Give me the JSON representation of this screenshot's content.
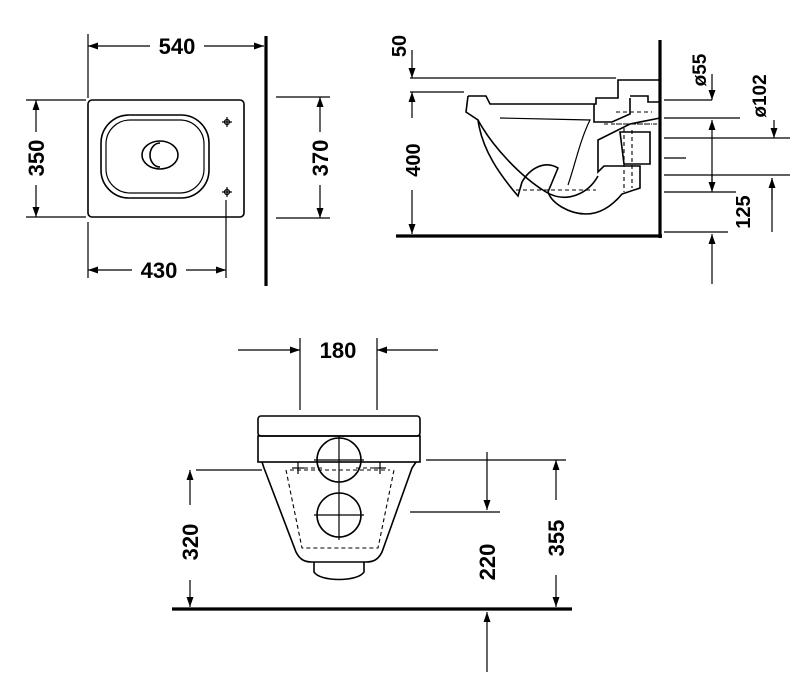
{
  "views": {
    "top": {
      "width_overall": "540",
      "depth_left": "350",
      "depth_right": "370",
      "width_bottom": "430"
    },
    "side": {
      "dim_50": "50",
      "dim_400": "400",
      "dim_55": "ø55",
      "dim_102": "ø102",
      "dim_125": "125"
    },
    "front": {
      "dim_180": "180",
      "dim_320": "320",
      "dim_220": "220",
      "dim_355": "355"
    }
  }
}
